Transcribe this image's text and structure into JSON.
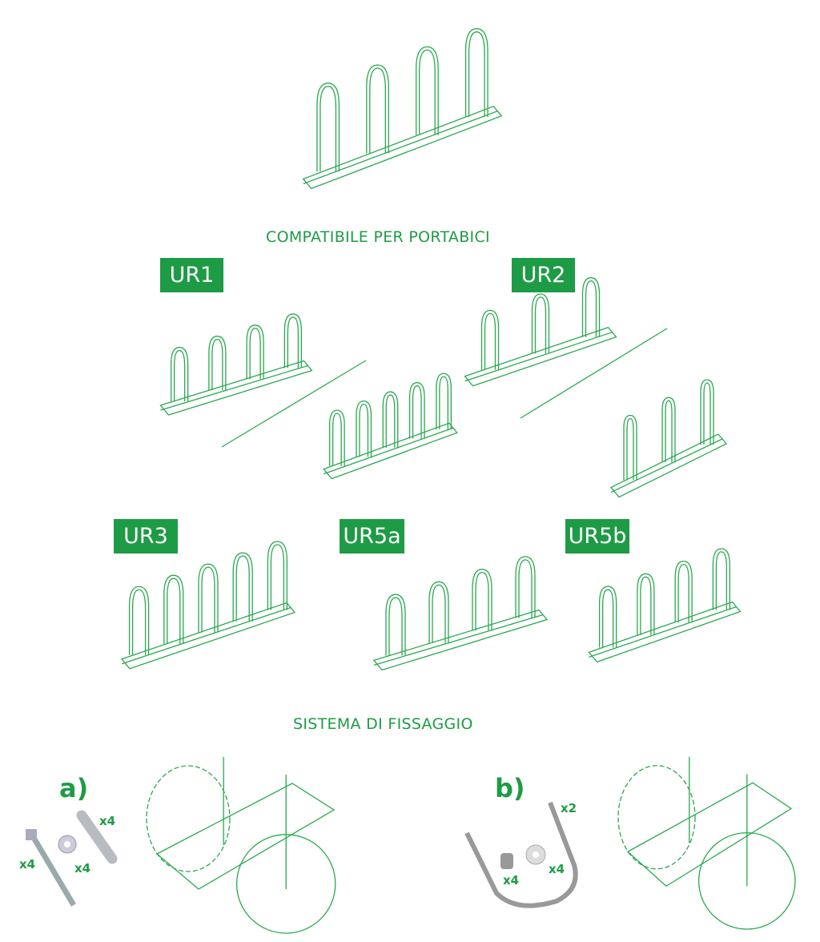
{
  "headings": {
    "compatible": "COMPATIBILE PER PORTABICI",
    "fixing": "SISTEMA DI FISSAGGIO"
  },
  "models": [
    {
      "label": "UR1",
      "loops": 4
    },
    {
      "label": "UR2",
      "loops": 3
    },
    {
      "label": "UR3",
      "loops": 5
    },
    {
      "label": "UR5a",
      "loops": 4
    },
    {
      "label": "UR5b",
      "loops": 4
    }
  ],
  "fixing": {
    "a": {
      "label": "a)",
      "screw_qty": "x4",
      "washer_qty": "x4",
      "plug_qty": "x4"
    },
    "b": {
      "label": "b)",
      "ubolt_qty": "x2",
      "nut_qty": "x4",
      "washer_qty": "x4"
    }
  },
  "colors": {
    "brand": "#1e9b45",
    "line": "#2aa84f"
  }
}
